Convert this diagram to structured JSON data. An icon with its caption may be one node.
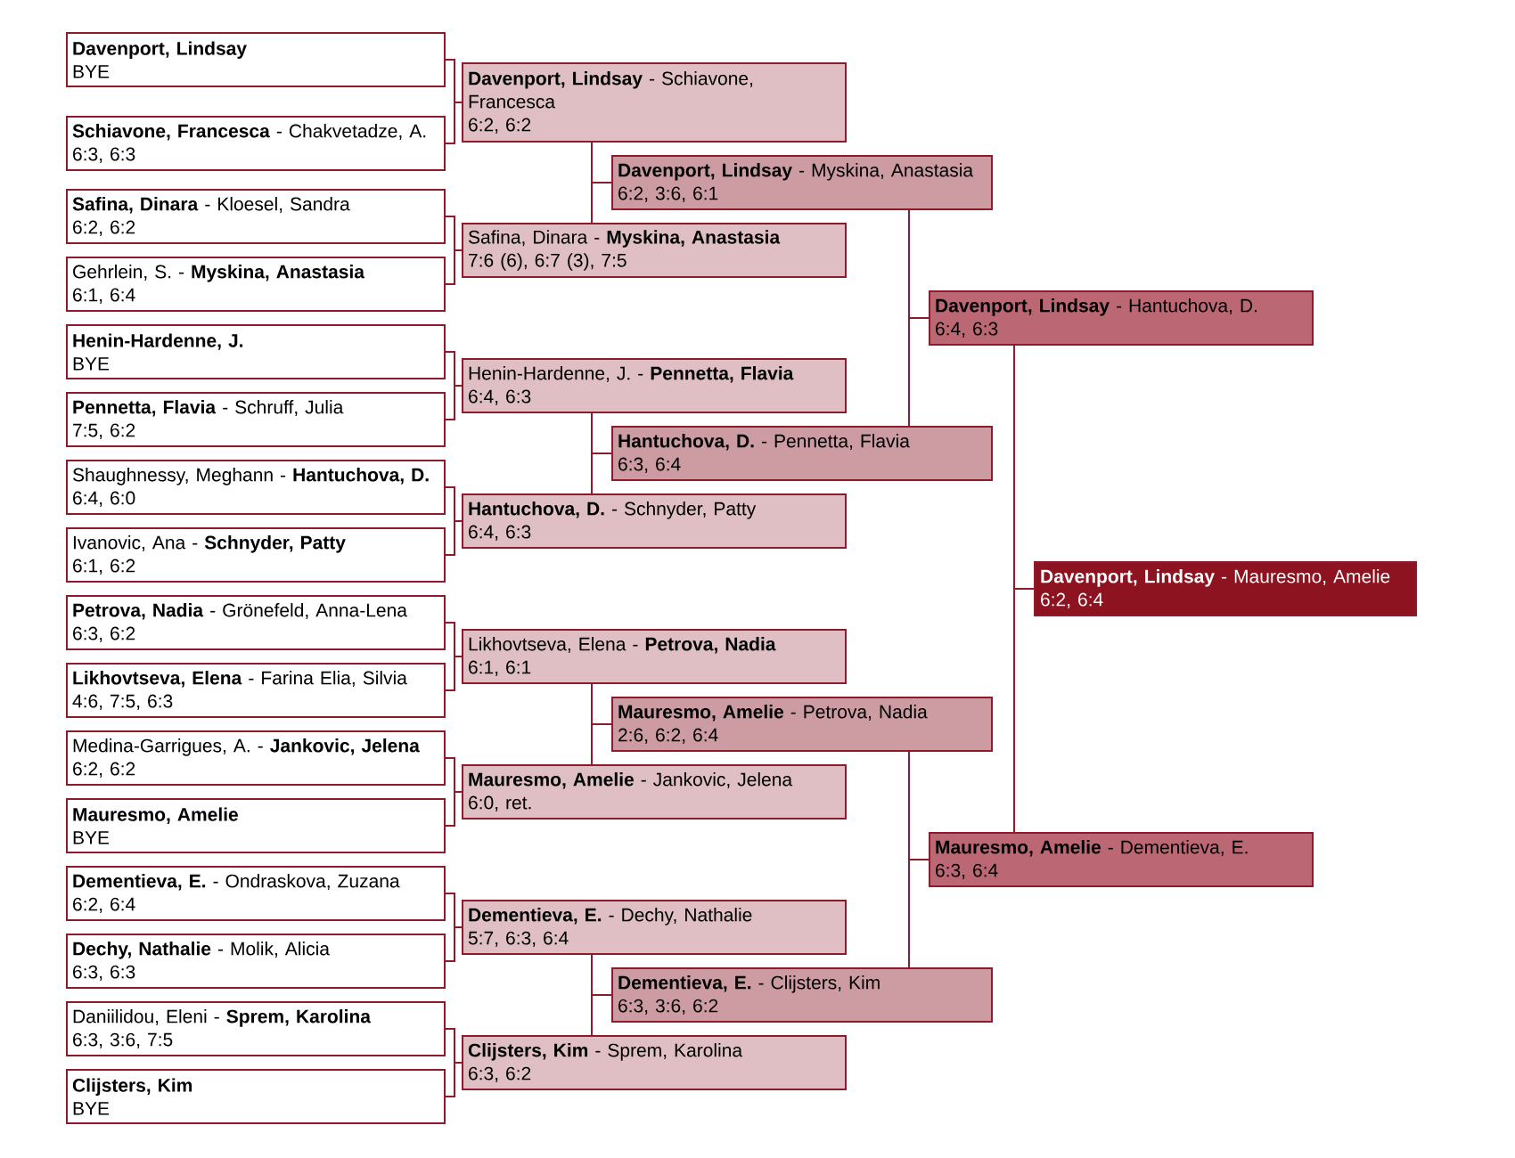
{
  "diagram": {
    "nodes": [
      {
        "text": [
          "Davenport, Lindsay",
          "BYE"
        ]
      },
      {
        "text": [
          "**Schiavone, Francesca** - Chakvetadze, A.",
          "6:3, 6:3"
        ]
      },
      {
        "text": [
          "**Safina, Dinara** - Kloesel, Sandra",
          "6:2, 6:2"
        ]
      },
      {
        "text": [
          "Gehrlein, S. - **Myskina, Anastasia**",
          "6:1, 6:4"
        ]
      },
      {
        "text": [
          "Henin-Hardenne, J.",
          "BYE"
        ]
      },
      {
        "text": [
          "**Pennetta, Flavia** - Schruff, Julia",
          "7:5, 6:2"
        ]
      },
      {
        "text": [
          "Shaughnessy, Meghann - **Hantuchova, D.**",
          "6:4, 6:0"
        ]
      },
      {
        "text": [
          "Ivanovic, Ana - **Schnyder, Patty**",
          "6:1, 6:2"
        ]
      },
      {
        "text": [
          "**Petrova, Nadia** - Grönefeld, Anna-Lena",
          "6:3, 6:2"
        ]
      },
      {
        "text": [
          "**Likhovtseva, Elena** - Farina Elia, Silvia",
          "4:6, 7:5, 6:3"
        ]
      },
      {
        "text": [
          "Medina-Garrigues, A. - **Jankovic, Jelena**",
          "6:2, 6:2"
        ]
      },
      {
        "text": [
          "Mauresmo, Amelie",
          "BYE"
        ]
      },
      {
        "text": [
          "**Dementieva, E.** - Ondraskova, Zuzana",
          "6:2, 6:4"
        ]
      },
      {
        "text": [
          "**Dechy, Nathalie** - Molik, Alicia",
          "6:3, 6:3"
        ]
      },
      {
        "text": [
          "Daniilidou, Eleni - **Sprem, Karolina**",
          "6:3, 3:6, 7:5"
        ]
      },
      {
        "text": [
          "Clijsters, Kim",
          "BYE"
        ]
      },
      {
        "text": [
          "**Davenport, Lindsay** - Schiavone, Francesca",
          "6:2, 6:2"
        ]
      },
      {
        "text": [
          "Safina, Dinara - **Myskina, Anastasia**",
          "7:6 (6), 6:7 (3), 7:5"
        ]
      },
      {
        "text": [
          "Henin-Hardenne, J. - **Pennetta, Flavia**",
          "6:4, 6:3"
        ]
      },
      {
        "text": [
          "**Hantuchova, D.** - Schnyder, Patty",
          "6:4, 6:3"
        ]
      },
      {
        "text": [
          "Likhovtseva, Elena - **Petrova, Nadia**",
          "6:1, 6:1"
        ]
      },
      {
        "text": [
          "**Mauresmo, Amelie** - Jankovic, Jelena",
          "6:0, ret."
        ]
      },
      {
        "text": [
          "**Dementieva, E.** - Dechy, Nathalie",
          "5:7, 6:3, 6:4"
        ]
      },
      {
        "text": [
          "**Clijsters, Kim** - Sprem, Karolina",
          "6:3, 6:2"
        ]
      },
      {
        "text": [
          "**Davenport, Lindsay** - Myskina, Anastasia",
          "6:2, 3:6, 6:1"
        ]
      },
      {
        "text": [
          "**Hantuchova, D.** - Pennetta, Flavia",
          "6:3, 6:4"
        ]
      },
      {
        "text": [
          "**Mauresmo, Amelie** - Petrova, Nadia",
          "2:6, 6:2, 6:4"
        ]
      },
      {
        "text": [
          "**Dementieva, E.** - Clijsters, Kim",
          "6:3, 3:6, 6:2"
        ]
      },
      {
        "text": [
          "**Davenport, Lindsay** - Hantuchova, D.",
          "6:4, 6:3"
        ]
      },
      {
        "text": [
          "**Mauresmo, Amelie** - Dementieva, E.",
          "6:3, 6:4"
        ]
      },
      {
        "text": [
          "**Davenport, Lindsay** - Mauresmo, Amelie",
          "6:2, 6:4"
        ]
      }
    ],
    "edges": [
      {
        "from": 0,
        "to": 16,
        "arrow": "none"
      },
      {
        "from": 1,
        "to": 16,
        "arrow": "none"
      },
      {
        "from": 2,
        "to": 17,
        "arrow": "none"
      },
      {
        "from": 3,
        "to": 17,
        "arrow": "none"
      },
      {
        "from": 4,
        "to": 18,
        "arrow": "none"
      },
      {
        "from": 5,
        "to": 18,
        "arrow": "none"
      },
      {
        "from": 6,
        "to": 19,
        "arrow": "none"
      },
      {
        "from": 7,
        "to": 19,
        "arrow": "none"
      },
      {
        "from": 8,
        "to": 20,
        "arrow": "none"
      },
      {
        "from": 9,
        "to": 20,
        "arrow": "none"
      },
      {
        "from": 10,
        "to": 21,
        "arrow": "none"
      },
      {
        "from": 11,
        "to": 21,
        "arrow": "none"
      },
      {
        "from": 12,
        "to": 22,
        "arrow": "none"
      },
      {
        "from": 13,
        "to": 22,
        "arrow": "none"
      },
      {
        "from": 14,
        "to": 23,
        "arrow": "none"
      },
      {
        "from": 15,
        "to": 23,
        "arrow": "none"
      },
      {
        "from": 16,
        "to": 24,
        "arrow": "none"
      },
      {
        "from": 17,
        "to": 24,
        "arrow": "none"
      },
      {
        "from": 18,
        "to": 25,
        "arrow": "none"
      },
      {
        "from": 19,
        "to": 25,
        "arrow": "none"
      },
      {
        "from": 20,
        "to": 26,
        "arrow": "none"
      },
      {
        "from": 21,
        "to": 26,
        "arrow": "none"
      },
      {
        "from": 22,
        "to": 27,
        "arrow": "none"
      },
      {
        "from": 23,
        "to": 27,
        "arrow": "none"
      },
      {
        "from": 24,
        "to": 28,
        "arrow": "none"
      },
      {
        "from": 25,
        "to": 28,
        "arrow": "none"
      },
      {
        "from": 26,
        "to": 29,
        "arrow": "none"
      },
      {
        "from": 27,
        "to": 29,
        "arrow": "none"
      },
      {
        "from": 28,
        "to": 30,
        "arrow": "none"
      },
      {
        "from": 29,
        "to": 30,
        "arrow": "none"
      }
    ]
  }
}
